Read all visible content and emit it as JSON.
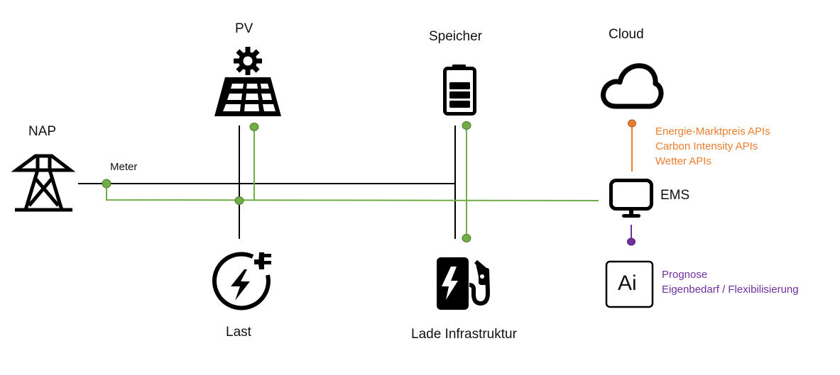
{
  "diagram": {
    "nodes": {
      "nap": {
        "label": "NAP",
        "icon": "power-tower-icon"
      },
      "pv": {
        "label": "PV",
        "icon": "solar-panel-icon"
      },
      "speicher": {
        "label": "Speicher",
        "icon": "battery-icon"
      },
      "cloud": {
        "label": "Cloud",
        "icon": "cloud-icon"
      },
      "ems": {
        "label": "EMS",
        "icon": "monitor-icon"
      },
      "ai": {
        "label": "Ai",
        "icon": "ai-icon"
      },
      "last": {
        "label": "Last",
        "icon": "plug-load-icon"
      },
      "lade": {
        "label": "Lade Infrastruktur",
        "icon": "ev-charger-icon"
      },
      "meter": {
        "label": "Meter"
      }
    },
    "cloud_apis": {
      "color": "#ED7D31",
      "lines": [
        "Energie-Marktpreis APIs",
        "Carbon Intensity APIs",
        "Wetter APIs"
      ]
    },
    "ai_notes": {
      "color": "#7030A0",
      "lines": [
        "Prognose",
        "Eigenbedarf / Flexibilisierung"
      ]
    },
    "colors": {
      "power_line": "#000000",
      "data_line": "#70AD47",
      "cloud_link": "#ED7D31",
      "ai_link": "#7030A0"
    }
  }
}
